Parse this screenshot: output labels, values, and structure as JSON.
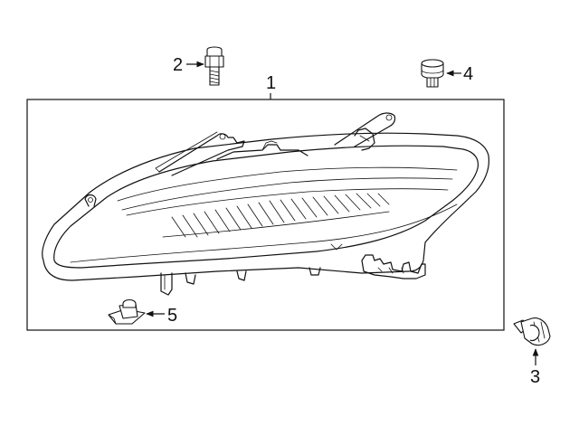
{
  "callouts": {
    "part1": "1",
    "part2": "2",
    "part3": "3",
    "part4": "4",
    "part5": "5"
  },
  "icons": {
    "part1": "headlamp-assembly-icon",
    "part2": "bolt-icon",
    "part3": "flange-bolt-icon",
    "part4": "grommet-icon",
    "part5": "clip-nut-icon"
  },
  "colors": {
    "line": "#111111",
    "background": "#ffffff"
  }
}
